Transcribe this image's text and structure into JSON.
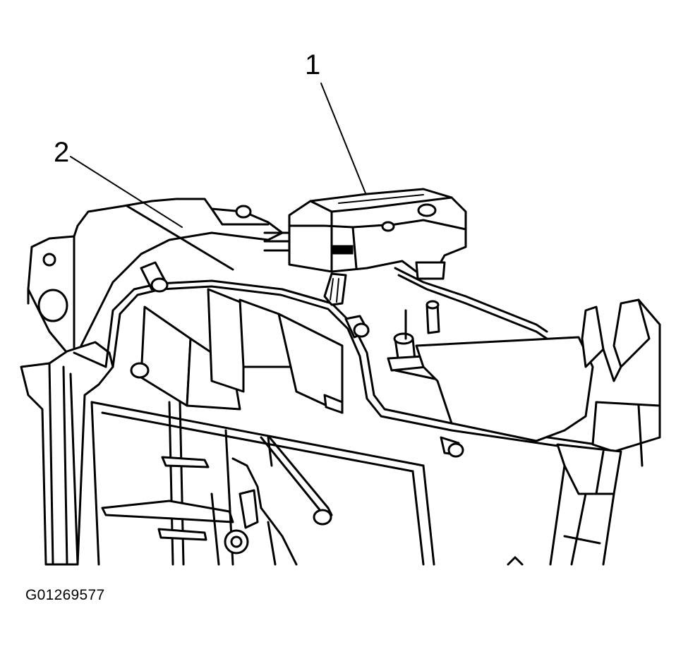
{
  "figure": {
    "callouts": [
      {
        "label": "1"
      },
      {
        "label": "2"
      }
    ],
    "figure_id": "G01269577"
  }
}
